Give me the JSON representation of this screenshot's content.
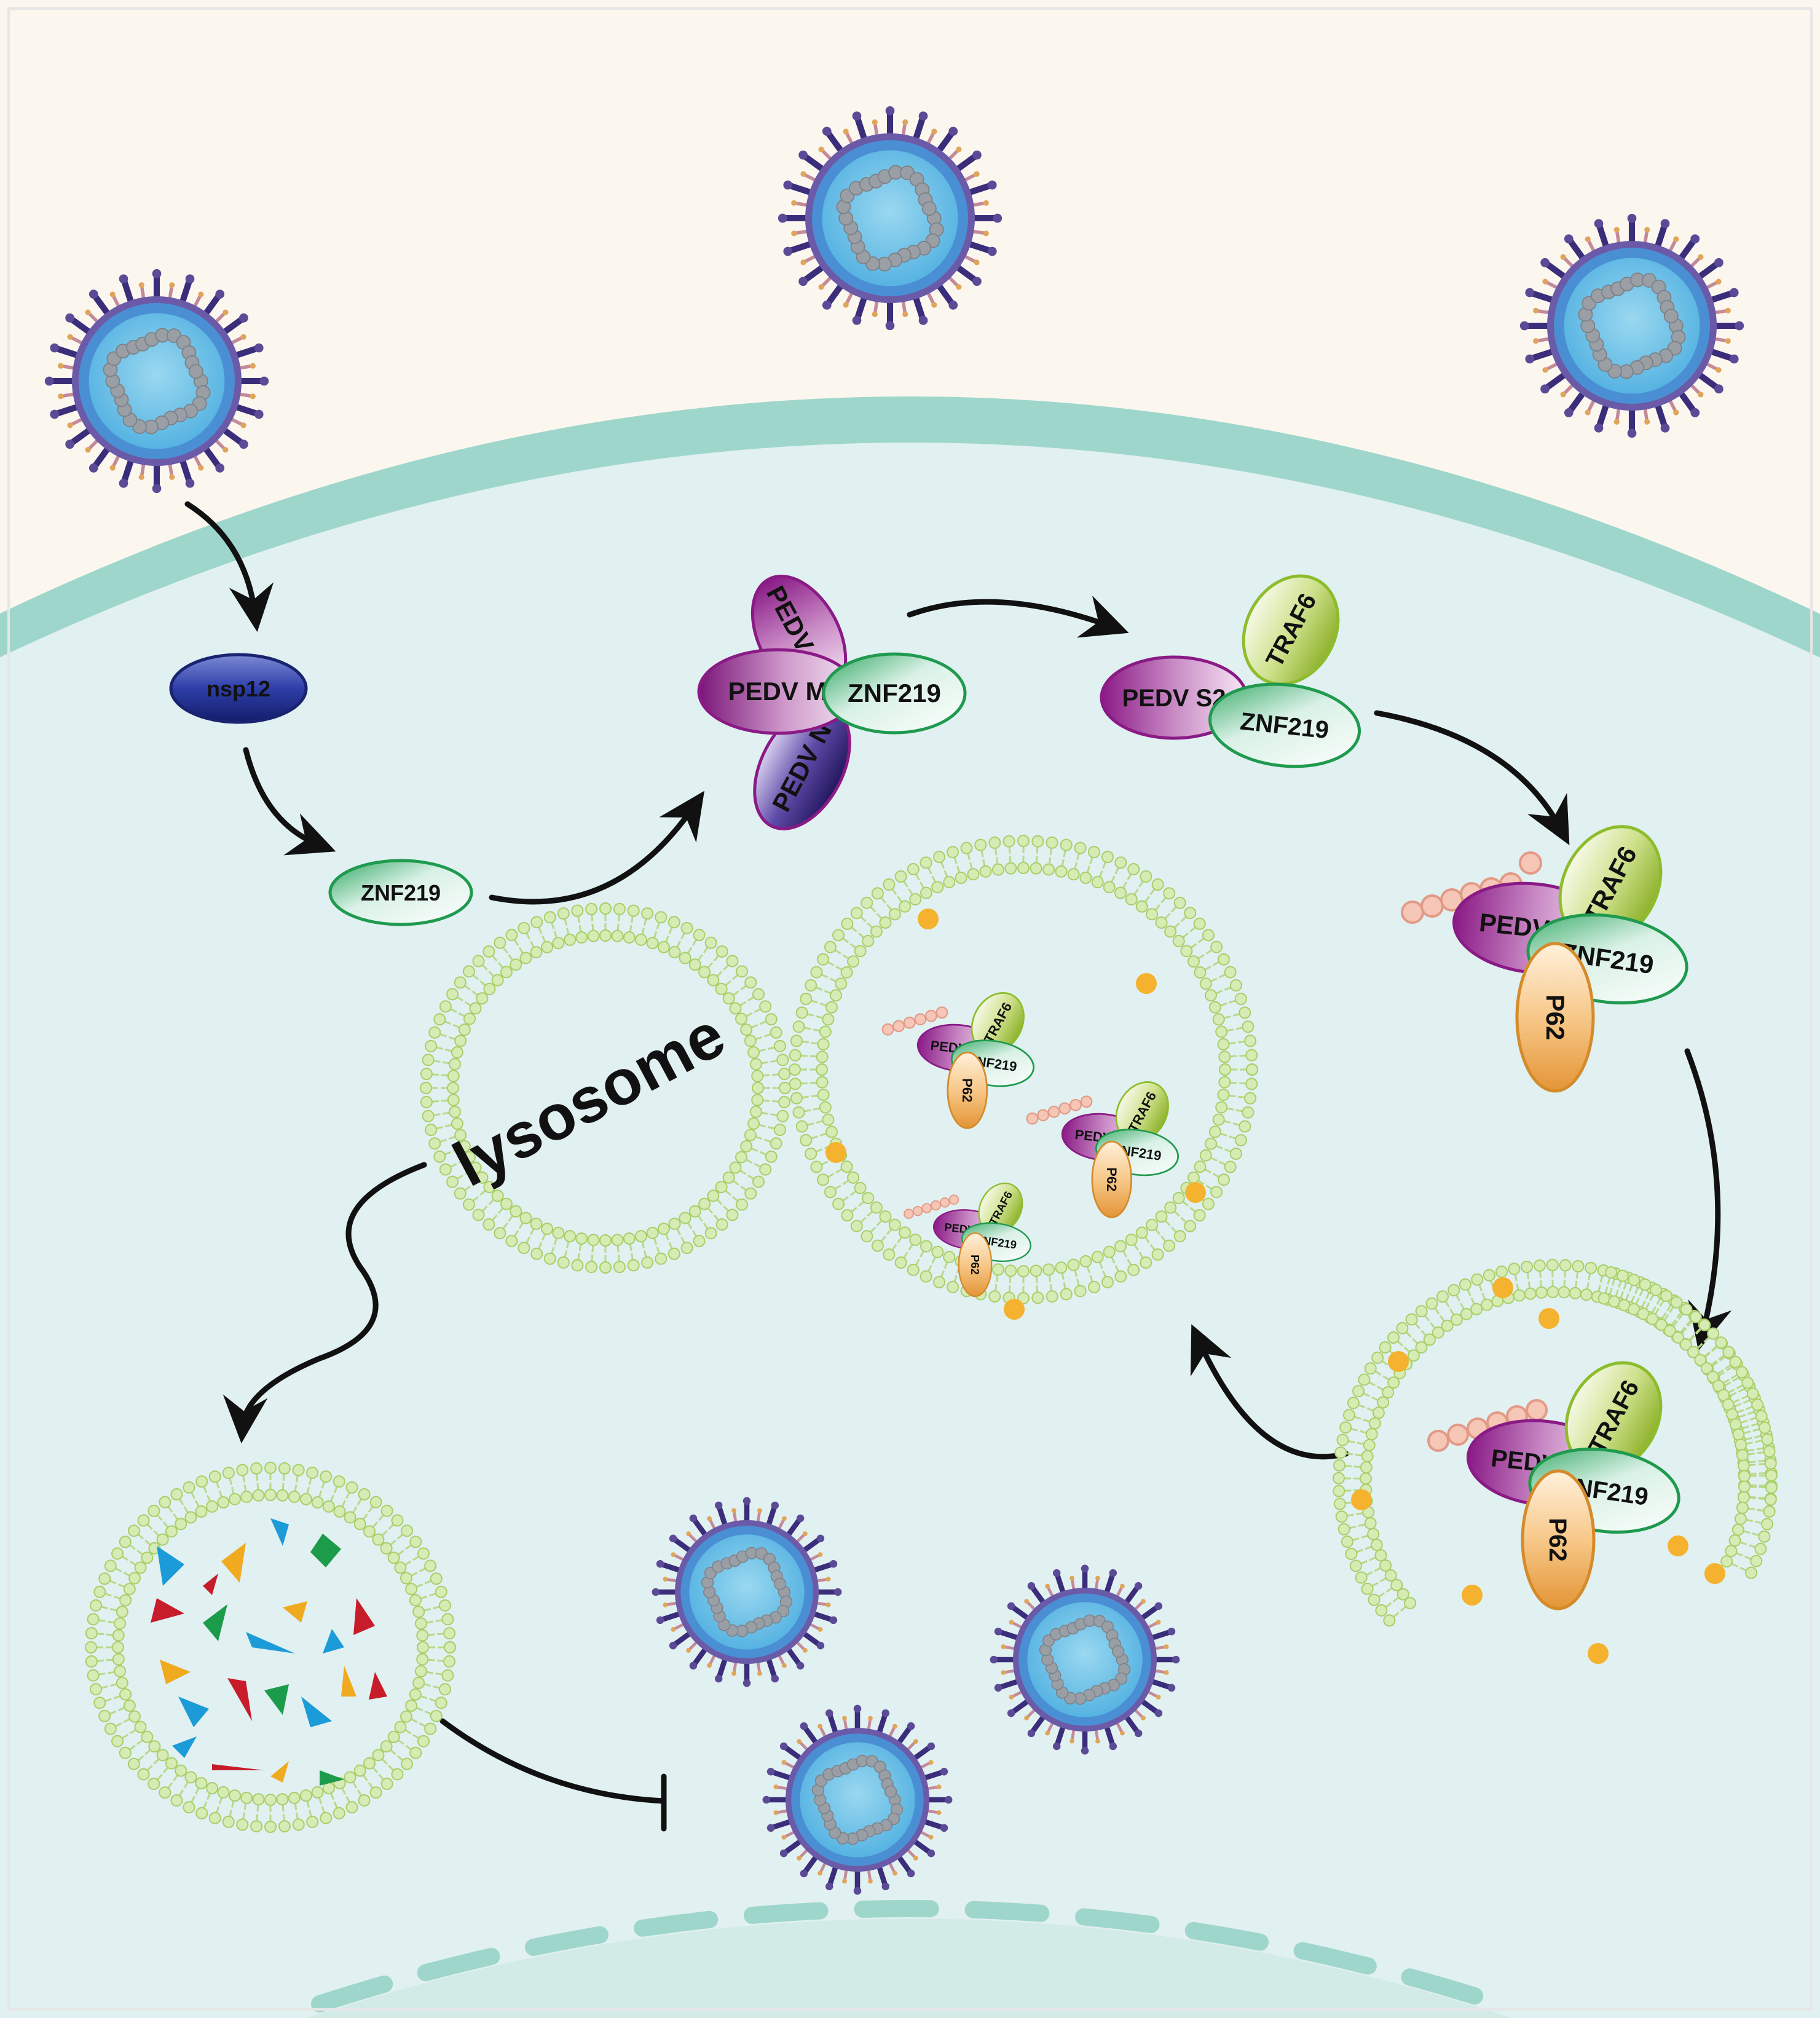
{
  "labels": {
    "nsp12": "nsp12",
    "znf219": "ZNF219",
    "pedv_s2": "PEDV S2",
    "pedv_m": "PEDV M",
    "pedv_n": "PEDV N",
    "traf6": "TRAF6",
    "p62": "P62",
    "lysosome": "lysosome"
  },
  "colors": {
    "extracellular": "#fbf7ef",
    "cytoplasm": "#e1f0f1",
    "membrane": "#9fd6cb",
    "nucleus": "#d2ebe6",
    "lipid": "#c6e19a",
    "cargo_dot": "#f4b22e",
    "ubiquitin": "#f6c6b6",
    "nsp12": "#1f2f8c",
    "znf219": "#1f9a4e",
    "pedv_s2": "#8a1a86",
    "pedv_n": "#2a2578",
    "traf6": "#8dbd2c",
    "p62": "#e79a34"
  }
}
